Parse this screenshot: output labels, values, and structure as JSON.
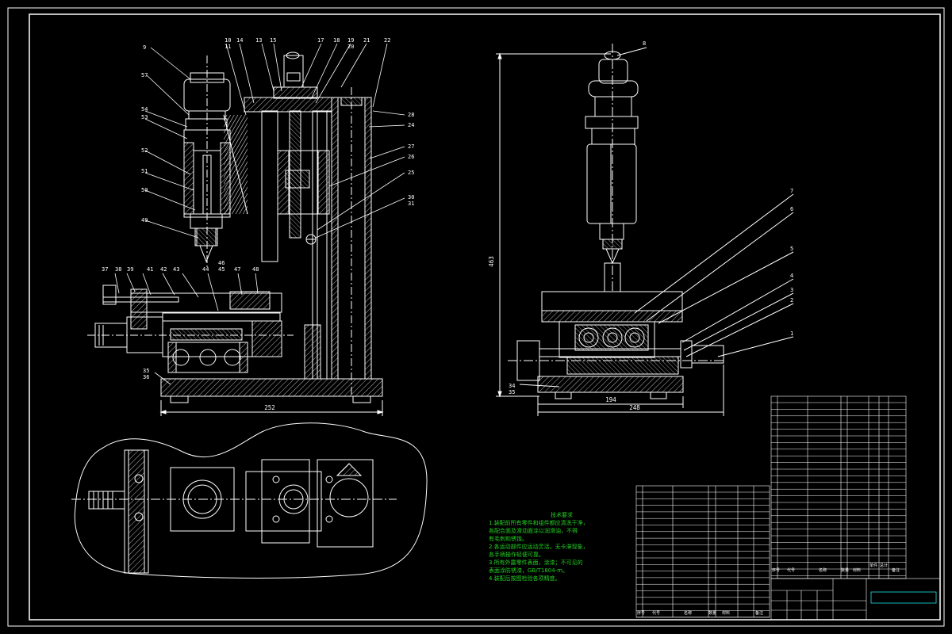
{
  "drawing": {
    "dimensions": {
      "base_width": "252",
      "height": "463",
      "span_inner": "194",
      "span_outer": "248"
    },
    "part_numbers_left": [
      "9",
      "57",
      "10",
      "11",
      "14",
      "13",
      "15",
      "17",
      "18",
      "19",
      "20",
      "21",
      "22",
      "54",
      "53",
      "52",
      "51",
      "50",
      "49",
      "46",
      "45",
      "28",
      "24",
      "27",
      "26",
      "25",
      "30",
      "31",
      "37",
      "38",
      "39",
      "41",
      "42",
      "43",
      "44",
      "47",
      "48",
      "35",
      "36"
    ],
    "part_numbers_right": [
      "8",
      "7",
      "6",
      "5",
      "4",
      "3",
      "2",
      "1",
      "34",
      "35"
    ]
  },
  "technical_requirements": {
    "title": "技术要求",
    "items": [
      "1.装配前所有零件和组件都应清洗干净，",
      "各配合面及滑动面涂以润滑油，不得",
      "有毛刺和锈蚀。",
      "2.各运动部件应运动灵活，无卡滞现象，",
      "各手柄操作轻便可靠。",
      "3.所有外露零件表面，涂漆；不可见的",
      "表面涂防锈漆，GB/T1804-m。",
      "4.装配后按图检验各项精度。"
    ]
  },
  "title_block": {
    "left_bom_headers": [
      "序号",
      "代号",
      "名称",
      "数量",
      "材料",
      "备注"
    ],
    "right_bom_headers": [
      "序号",
      "代号",
      "名称",
      "数量",
      "材料",
      "单件",
      "总计",
      "备注"
    ]
  },
  "colors": {
    "background": "#000000",
    "lines": "#ffffff",
    "notes": "#22d022",
    "accent_cyan": "#20e0e0"
  }
}
